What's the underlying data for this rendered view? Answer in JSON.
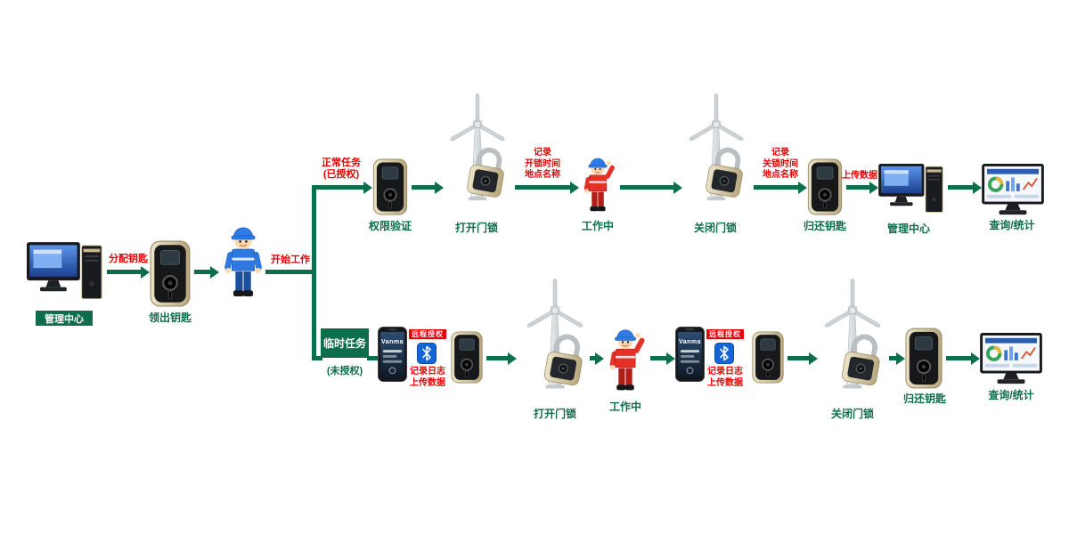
{
  "palette": {
    "green": "#0d6e4b",
    "red": "#e80000",
    "blue": "#1565d8",
    "gold": "#c9b98e"
  },
  "start": {
    "computer_label": "管理中心",
    "assign_key": "分配钥匙",
    "take_key": "领出钥匙",
    "start_work": "开始工作"
  },
  "top": {
    "task": "正常任务\n(已授权)",
    "verify": "权限验证",
    "open_lock": "打开门锁",
    "record_open": "记录\n开锁时间\n地点名称",
    "working": "工作中",
    "close_lock": "关闭门锁",
    "record_close": "记录\n关锁时间\n地点名称",
    "return_key": "归还钥匙",
    "upload": "上传数据",
    "center": "管理中心",
    "query": "查询/统计"
  },
  "bottom": {
    "task_box": "临时任务",
    "task_note": "(未授权)",
    "phone_brand": "Vanma",
    "remote_auth": "远程授权",
    "log_note": "记录日志\n上传数据",
    "open_lock": "打开门锁",
    "working": "工作中",
    "close_lock": "关闭门锁",
    "return_key": "归还钥匙",
    "query": "查询/统计"
  }
}
